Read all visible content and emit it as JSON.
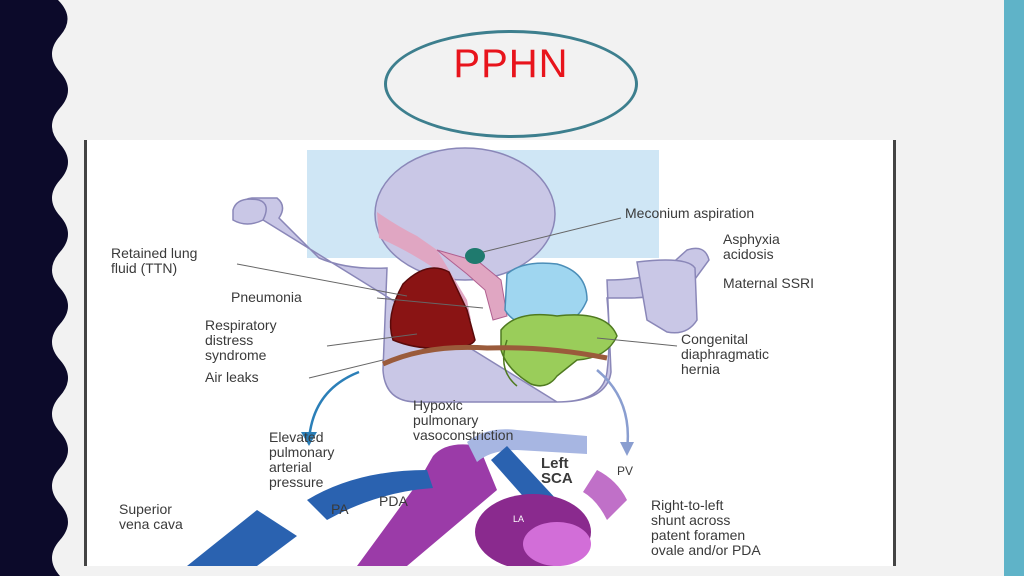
{
  "slide": {
    "title": "PPHN",
    "colors": {
      "title": "#e8141c",
      "left_band": "#0c0a2a",
      "right_band": "#5fb3c8",
      "oval": "#3d7f8e"
    }
  },
  "figure": {
    "labels": {
      "meconium": "Meconium aspiration",
      "asphyxia": "Asphyxia\nacidosis",
      "maternal_ssri": "Maternal SSRI",
      "retained_lung": "Retained lung\nfluid (TTN)",
      "pneumonia": "Pneumonia",
      "rds": "Respiratory\ndistress\nsyndrome",
      "air_leaks": "Air leaks",
      "cdh": "Congenital\ndiaphragmatic\nhernia",
      "hypoxic": "Hypoxic\npulmonary\nvasoconstriction",
      "elevated": "Elevated\npulmonary\narterial\npressure",
      "left_sca": "Left\nSCA",
      "pv": "PV",
      "pda": "PDA",
      "pa": "PA",
      "la": "LA",
      "svc": "Superior\nvena cava",
      "shunt": "Right-to-left\nshunt across\npatent foramen\novale and/or PDA"
    }
  }
}
